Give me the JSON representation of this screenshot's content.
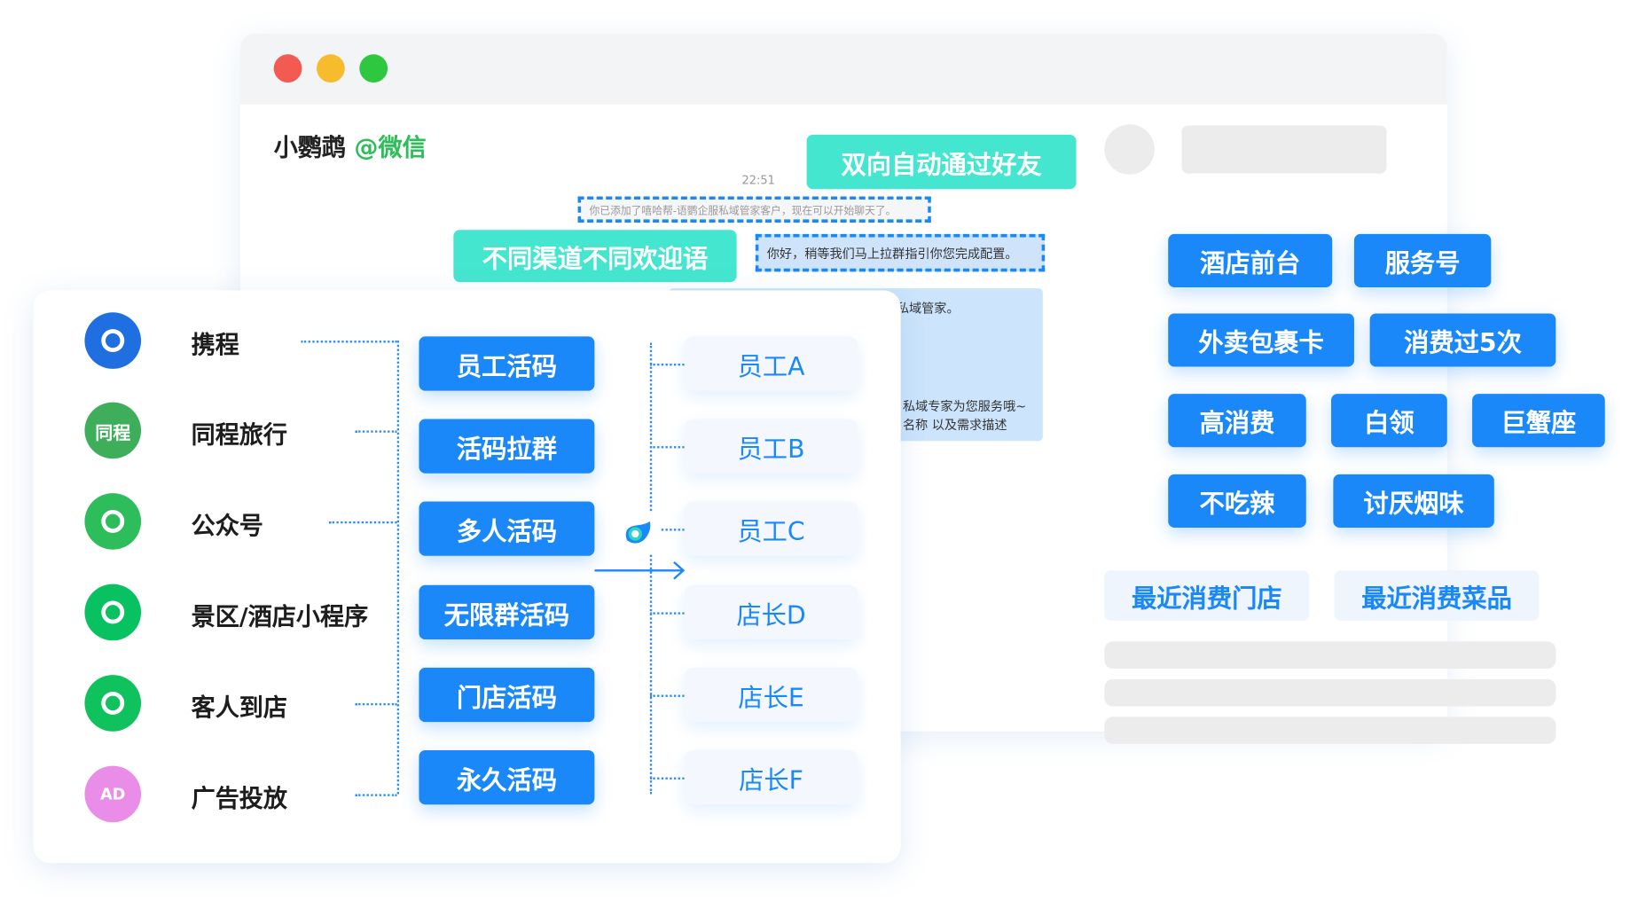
{
  "window": {
    "title_name": "小鹦鹉",
    "title_channel": "@微信",
    "time": "22:51",
    "system_msg": "你已添加了嘻哈帮-语鹦企服私域管家客户，现在可以开始聊天了。",
    "reply_msg": "你好，稍等我们马上拉群指引你您完成配置。",
    "panel_lines": [
      "私域管家。",
      "私域专家为您服务哦~",
      "名称 以及需求描述"
    ]
  },
  "callouts": {
    "auto_friend": "双向自动通过好友",
    "welcome": "不同渠道不同欢迎语"
  },
  "channels": [
    {
      "label": "携程",
      "icon": "ctrip-icon",
      "color": "#1f6fe0"
    },
    {
      "label": "同程旅行",
      "icon": "tongcheng-icon",
      "color": "#3fae5a",
      "text": "同程"
    },
    {
      "label": "公众号",
      "icon": "wechat-icon",
      "color": "#2dbd5a"
    },
    {
      "label": "景区/酒店小程序",
      "icon": "mini-program-icon",
      "color": "#08c160"
    },
    {
      "label": "客人到店",
      "icon": "store-icon",
      "color": "#10c25e"
    },
    {
      "label": "广告投放",
      "icon": "ad-icon",
      "color": "#e98de8",
      "text": "AD"
    }
  ],
  "codes": [
    "员工活码",
    "活码拉群",
    "多人活码",
    "无限群活码",
    "门店活码",
    "永久活码"
  ],
  "staff": [
    "员工A",
    "员工B",
    "员工C",
    "店长D",
    "店长E",
    "店长F"
  ],
  "tags": [
    "酒店前台",
    "服务号",
    "外卖包裹卡",
    "消费过5次",
    "高消费",
    "白领",
    "巨蟹座",
    "不吃辣",
    "讨厌烟味"
  ],
  "light_tags": [
    "最近消费门店",
    "最近消费菜品"
  ],
  "colors": {
    "blue": "#1a88f8",
    "teal": "#45e6cf"
  }
}
